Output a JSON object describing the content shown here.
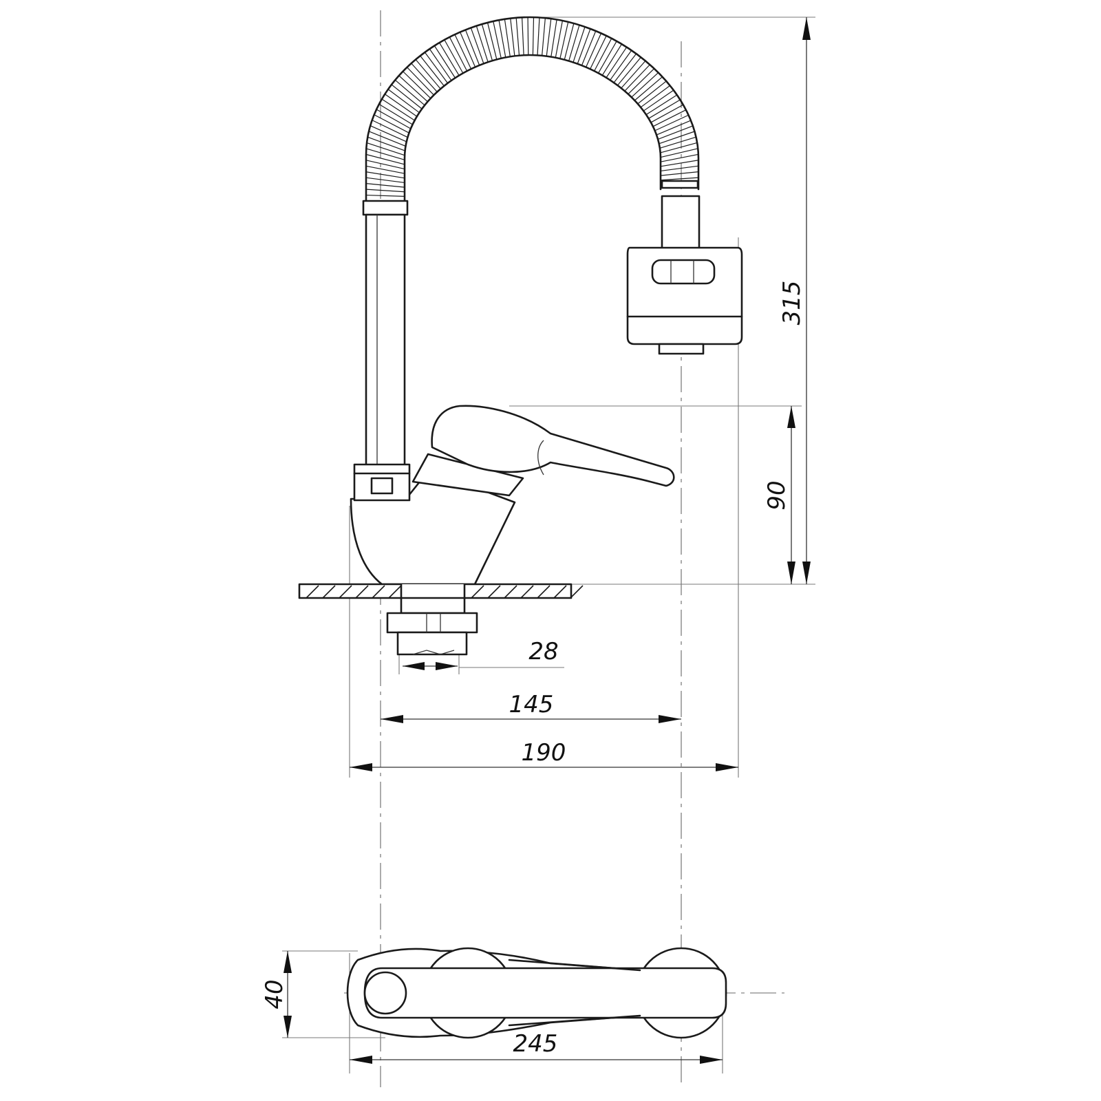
{
  "dimensions": {
    "total_height": "315",
    "lever_height": "90",
    "thread_diameter": "28",
    "spout_reach": "145",
    "overall_depth": "190",
    "overall_length": "245",
    "handle_width": "40"
  }
}
